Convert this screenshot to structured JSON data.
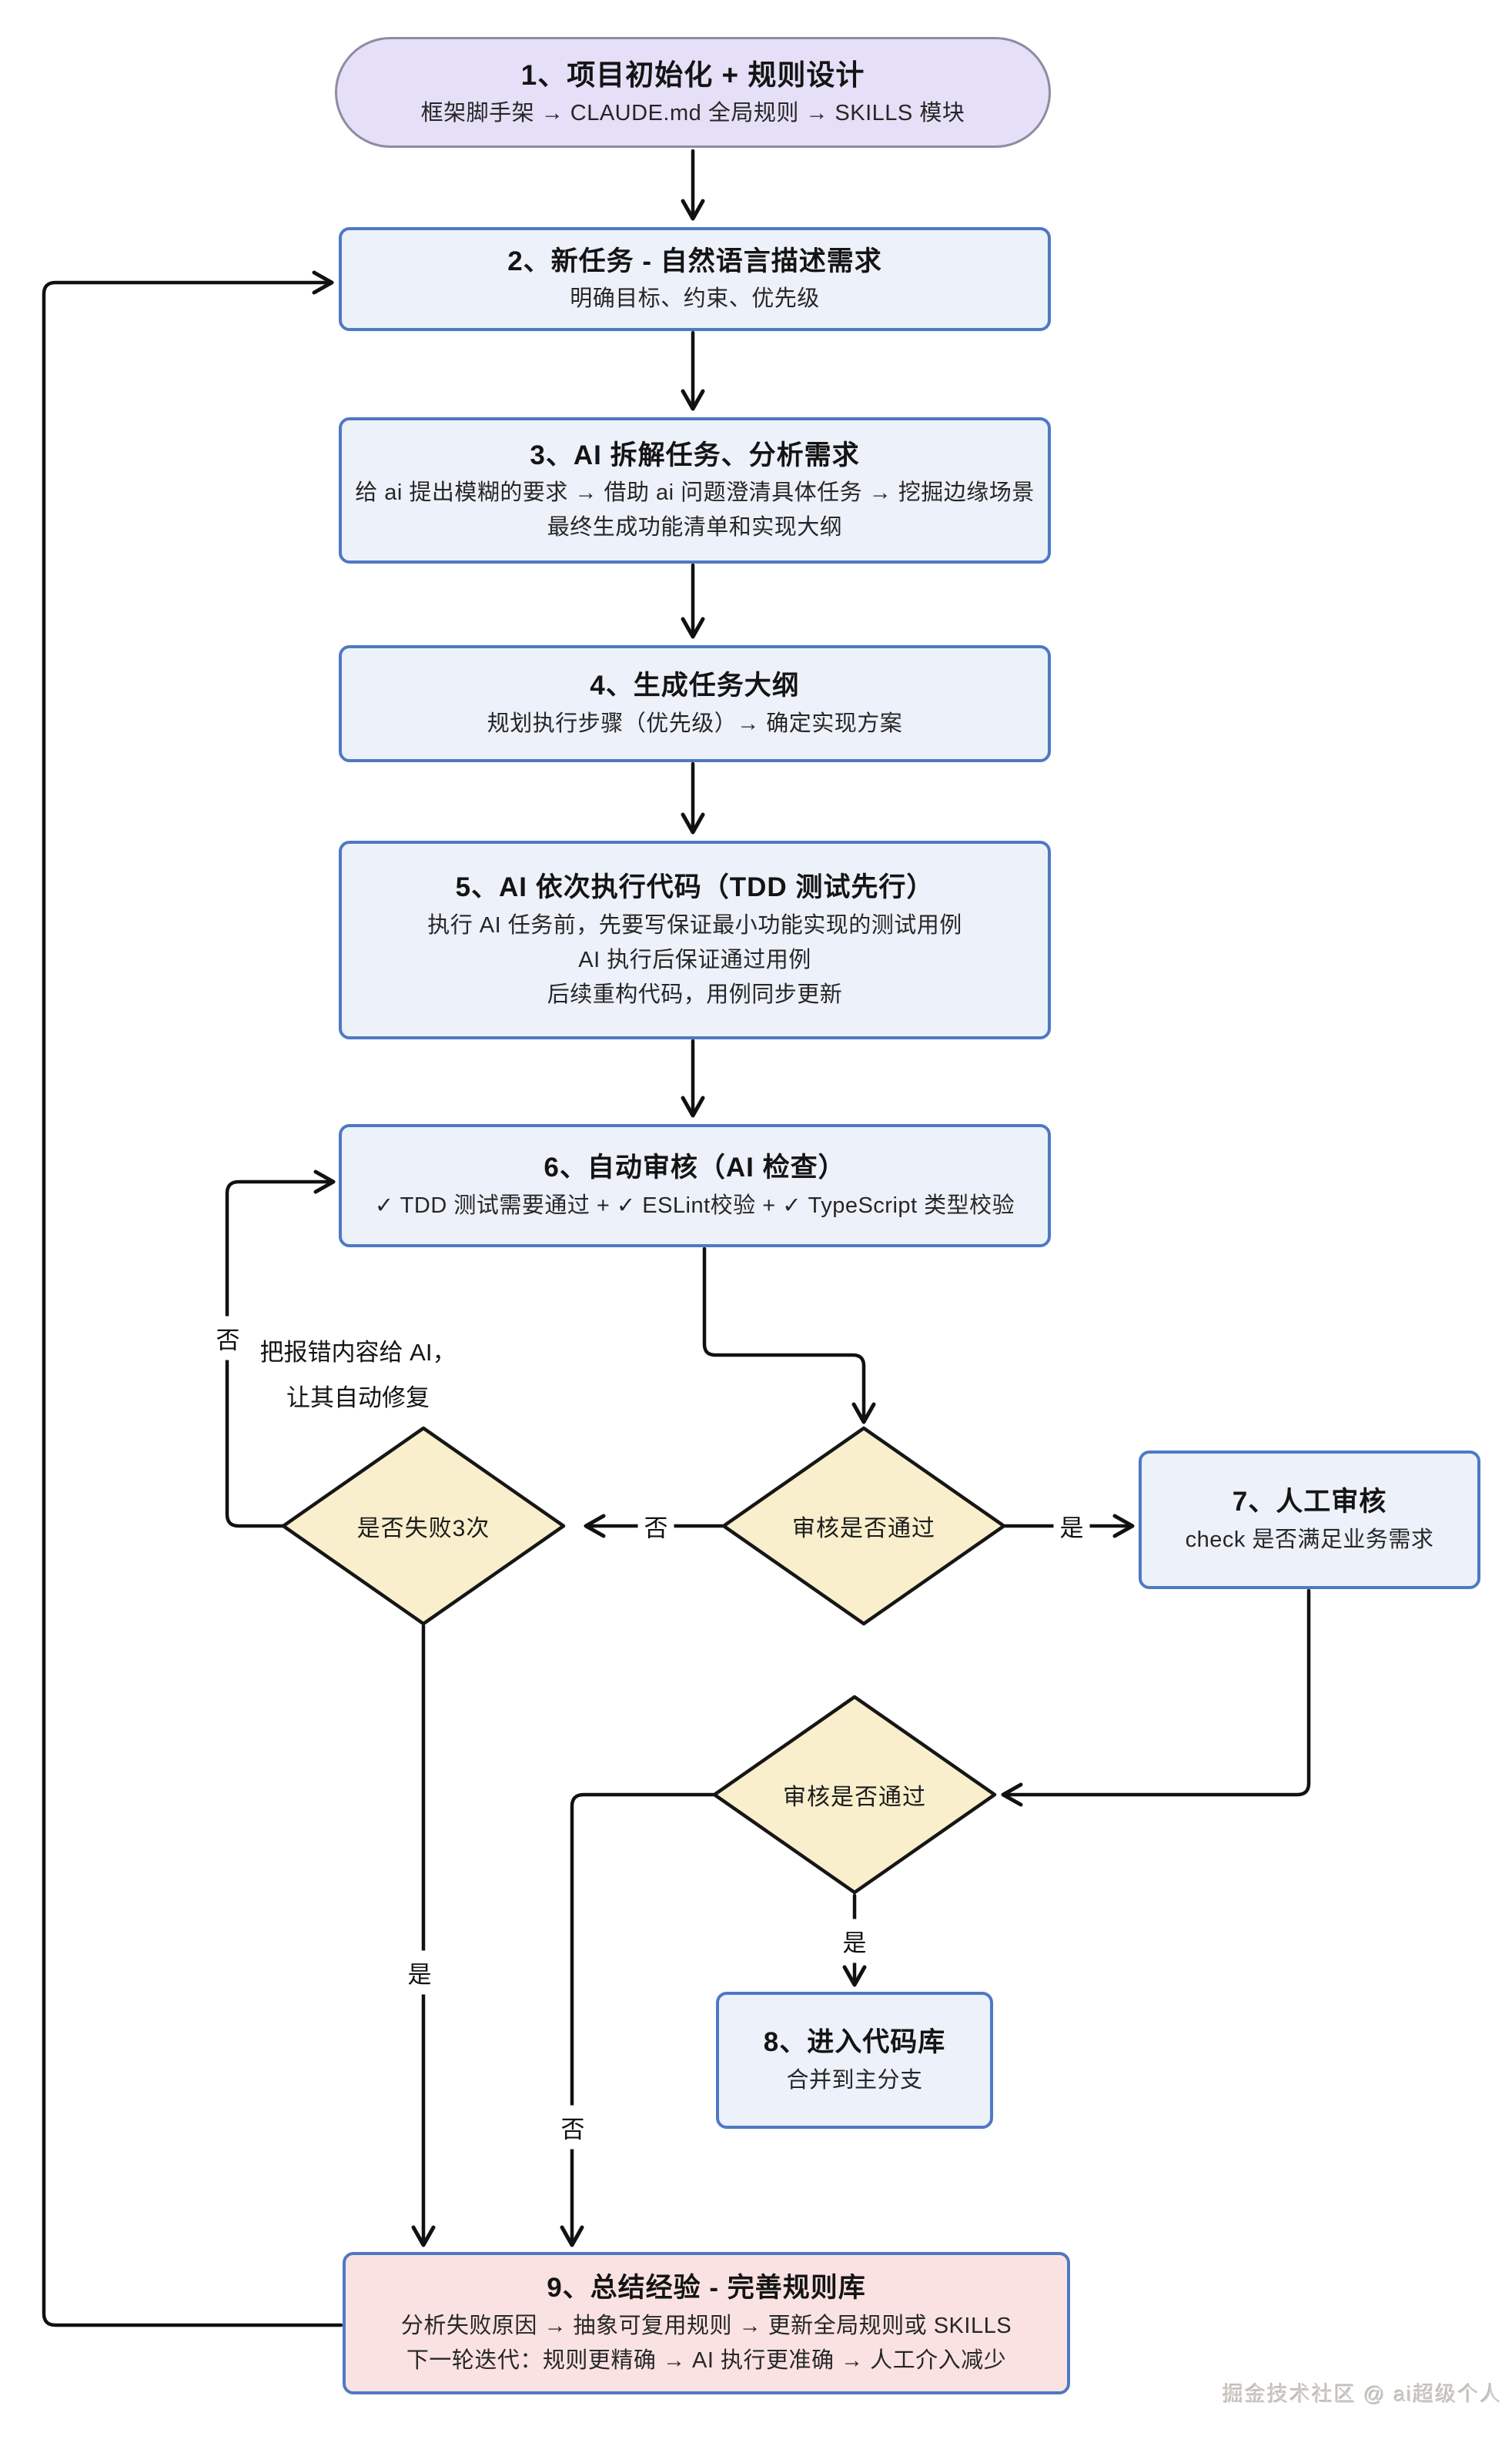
{
  "nodes": {
    "n1": {
      "title": "1、项目初始化 + 规则设计",
      "subtitle": "框架脚手架 → CLAUDE.md 全局规则 → SKILLS 模块"
    },
    "n2": {
      "title": "2、新任务 - 自然语言描述需求",
      "subtitle": "明确目标、约束、优先级"
    },
    "n3": {
      "title": "3、AI 拆解任务、分析需求",
      "line1": "给 ai 提出模糊的要求 → 借助 ai 问题澄清具体任务 → 挖掘边缘场景",
      "line2": "最终生成功能清单和实现大纲"
    },
    "n4": {
      "title": "4、生成任务大纲",
      "subtitle": "规划执行步骤（优先级）→ 确定实现方案"
    },
    "n5": {
      "title": "5、AI 依次执行代码（TDD 测试先行）",
      "line1": "执行 AI 任务前，先要写保证最小功能实现的测试用例",
      "line2": "AI 执行后保证通过用例",
      "line3": "后续重构代码，用例同步更新"
    },
    "n6": {
      "title": "6、自动审核（AI 检查）",
      "subtitle": "✓ TDD 测试需要通过 + ✓ ESLint校验 + ✓ TypeScript 类型校验"
    },
    "n7": {
      "title": "7、人工审核",
      "subtitle": "check 是否满足业务需求"
    },
    "n8": {
      "title": "8、进入代码库",
      "subtitle": "合并到主分支"
    },
    "n9": {
      "title": "9、总结经验 - 完善规则库",
      "line1": "分析失败原因 → 抽象可复用规则 → 更新全局规则或 SKILLS",
      "line2": "下一轮迭代：规则更精确 → AI 执行更准确 → 人工介入减少"
    },
    "d1": {
      "label": "是否失败3次"
    },
    "d2": {
      "label": "审核是否通过"
    },
    "d3": {
      "label": "审核是否通过"
    }
  },
  "edge_labels": {
    "d1_no": "否",
    "d1_yes": "是",
    "d2_no": "否",
    "d2_yes": "是",
    "d3_no": "否",
    "d3_yes": "是",
    "fix_note_line1": "把报错内容给 AI，",
    "fix_note_line2": "让其自动修复"
  },
  "colors": {
    "process_fill": "#EDF1F9",
    "process_border": "#4E79C3",
    "start_fill": "#E5E0F7",
    "start_border": "#8E8CA1",
    "decision_fill": "#FAEFCC",
    "decision_border": "#161616",
    "summary_fill": "#FBE2E2",
    "edge_stroke": "#111111"
  },
  "watermark": "掘金技术社区 @ ai超级个人"
}
